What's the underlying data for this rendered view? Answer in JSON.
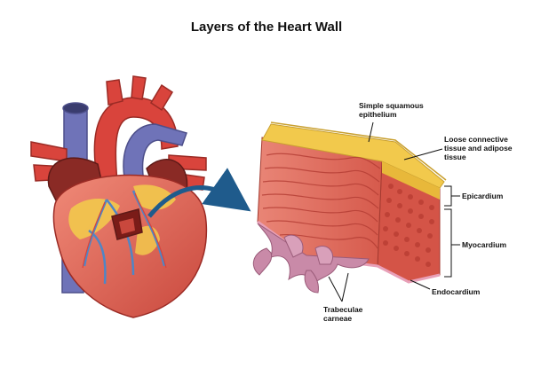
{
  "title": "Layers of the Heart Wall",
  "labels": {
    "simple_squamous_1": "Simple squamous",
    "simple_squamous_2": "epithelium",
    "loose_1": "Loose connective",
    "loose_2": "tissue and adipose",
    "loose_3": "tissue",
    "epicardium": "Epicardium",
    "myocardium": "Myocardium",
    "endocardium": "Endocardium",
    "trabeculae_1": "Trabeculae",
    "trabeculae_2": "carneae"
  },
  "colors": {
    "muscle": "#e06a5c",
    "muscle_dark": "#b83a32",
    "fat": "#f2c94c",
    "vein_blue": "#6f73b8",
    "aorta": "#d9443c",
    "arrow": "#1f5b8c",
    "trabeculae": "#c98aa8"
  }
}
